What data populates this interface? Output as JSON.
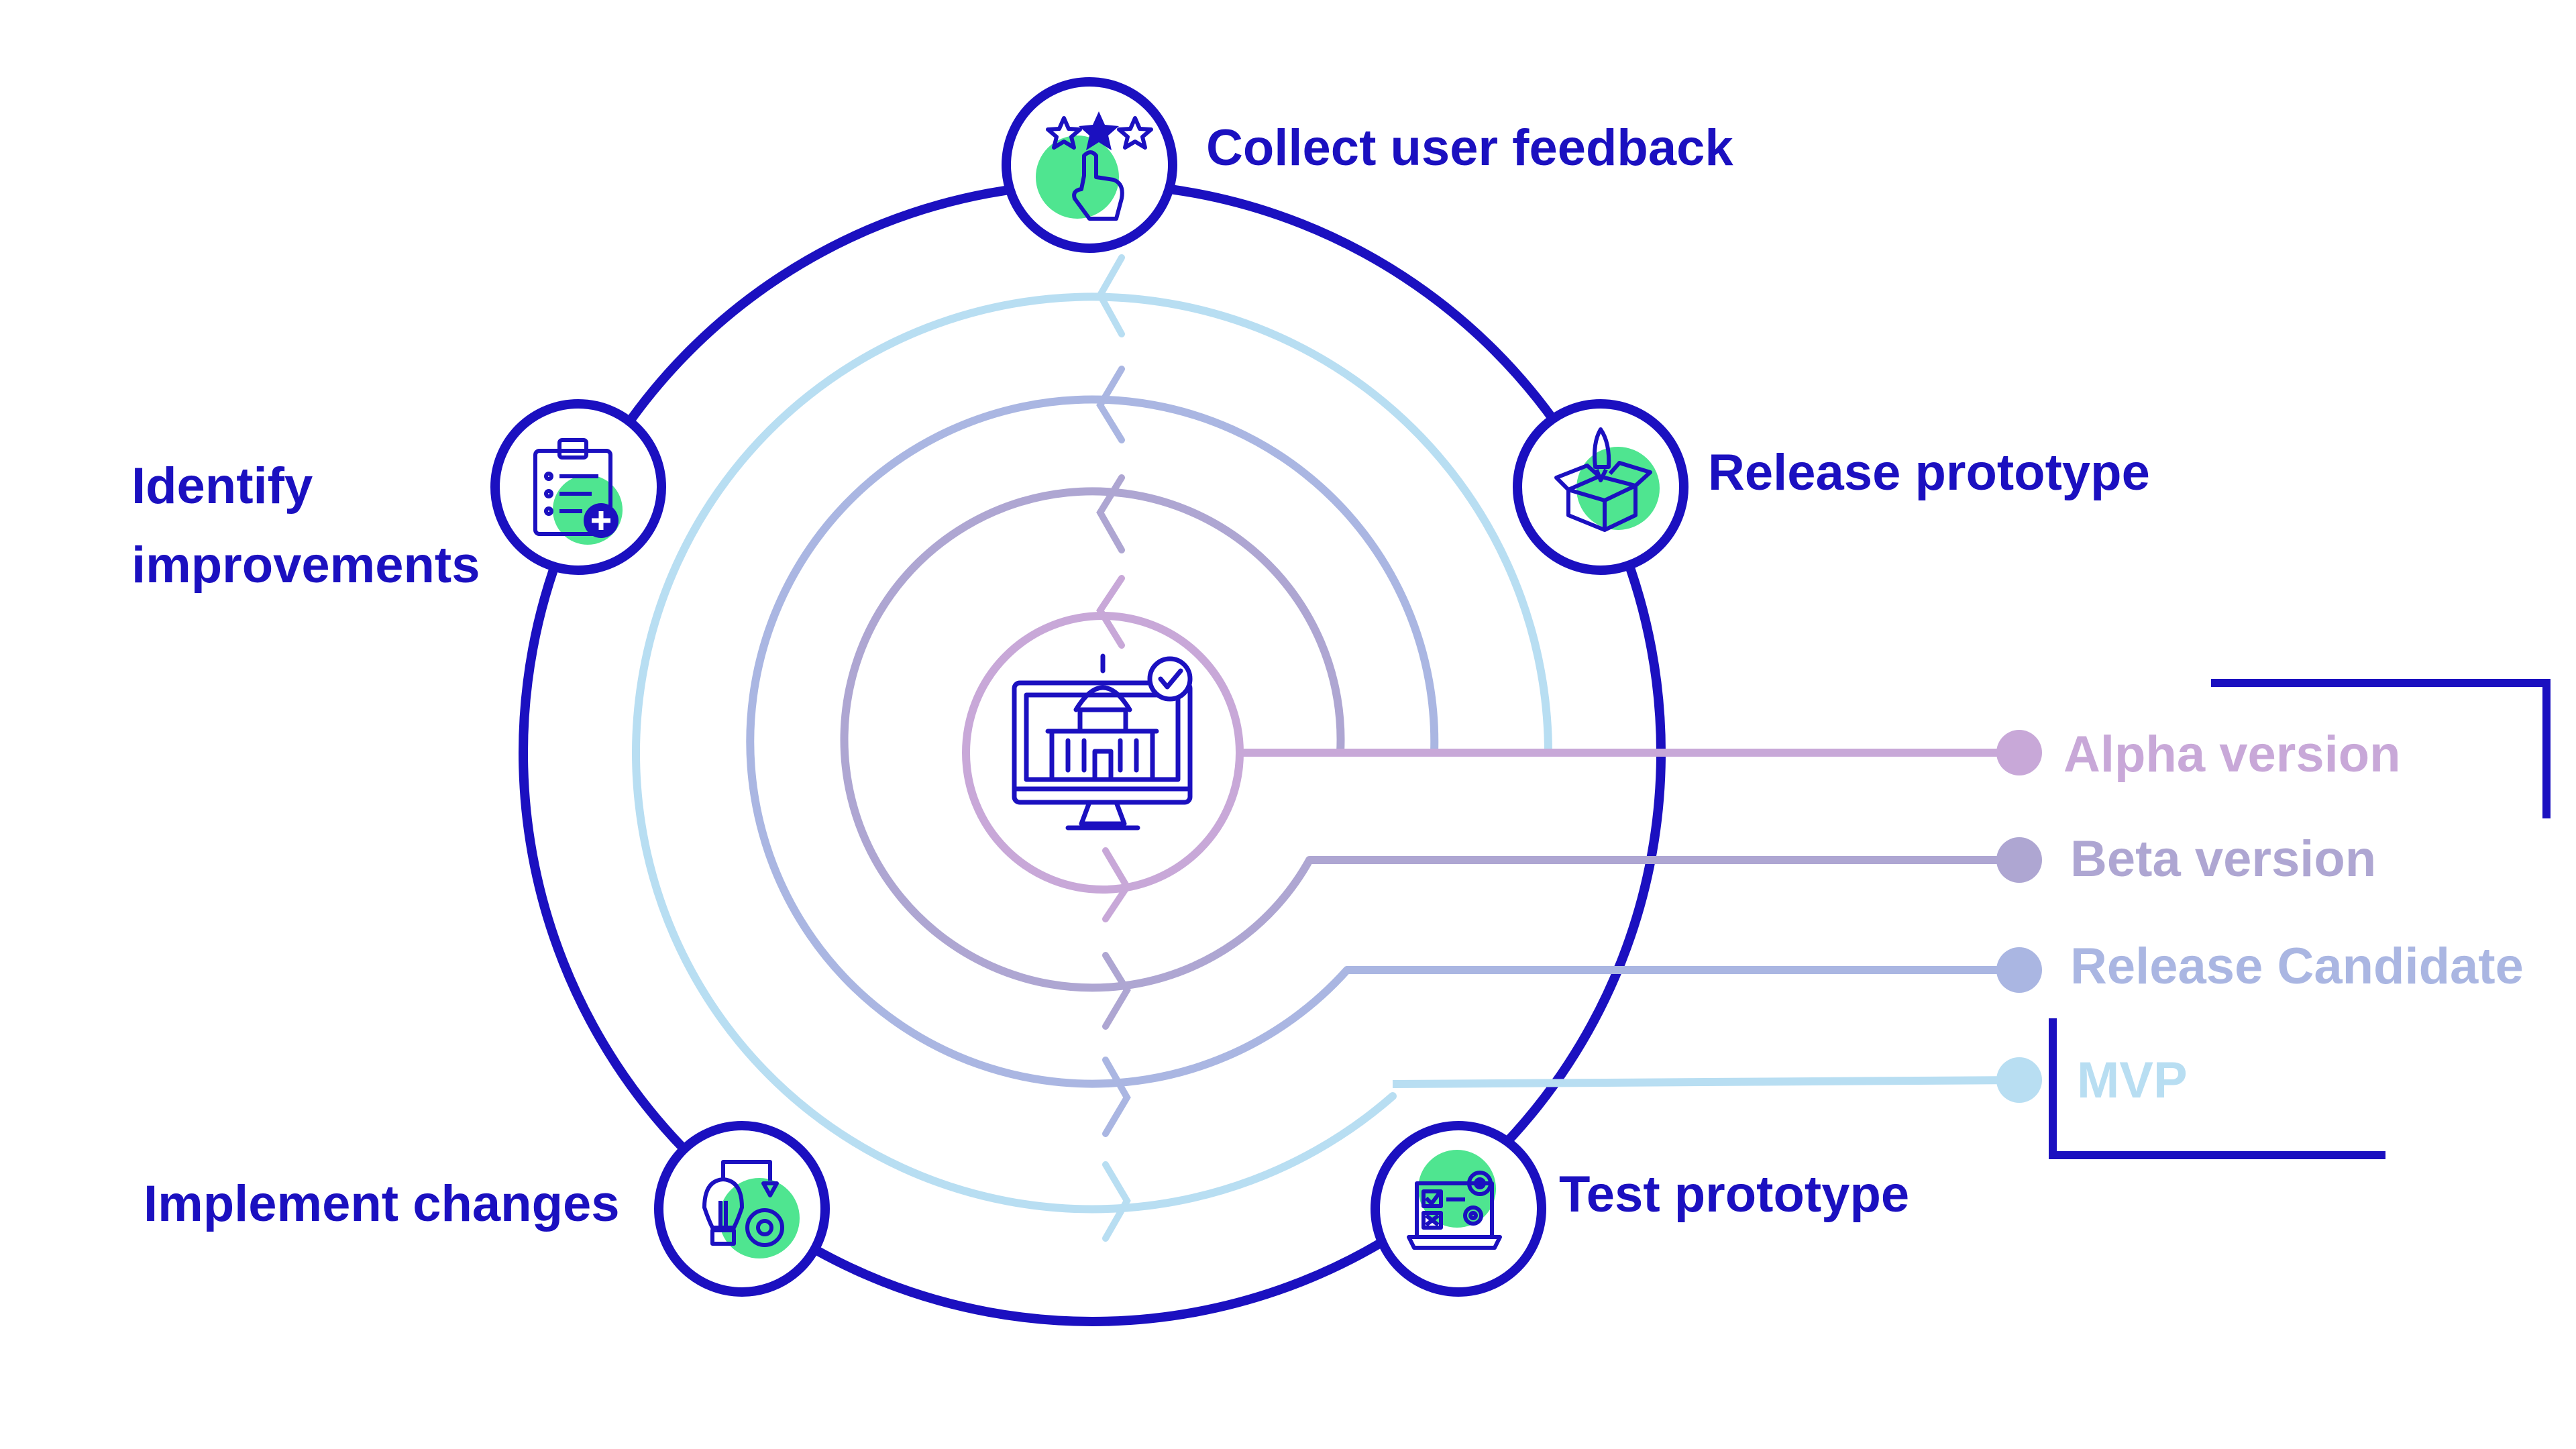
{
  "stages": [
    {
      "label": "Collect user feedback",
      "icon": "star-rating-hand-icon"
    },
    {
      "label": "Release prototype",
      "icon": "box-rocket-icon"
    },
    {
      "label": "Test prototype",
      "icon": "laptop-checklist-gears-icon"
    },
    {
      "label": "Implement  changes",
      "icon": "lightbulb-gear-icon"
    },
    {
      "label_line1": "Identify",
      "label_line2": "improvements",
      "icon": "clipboard-plus-icon"
    }
  ],
  "center_icon": "monitor-building-check-icon",
  "versions": [
    {
      "label": "Alpha version",
      "color": "#c8a8d8"
    },
    {
      "label": "Beta version",
      "color": "#aea6d2"
    },
    {
      "label": "Release Candidate",
      "color": "#aab6e2"
    },
    {
      "label": "MVP",
      "color": "#b8def2"
    }
  ],
  "colors": {
    "outer_ring": "#1b10c0",
    "label_text": "#1b10c0",
    "icon_accent": "#4fe590"
  }
}
